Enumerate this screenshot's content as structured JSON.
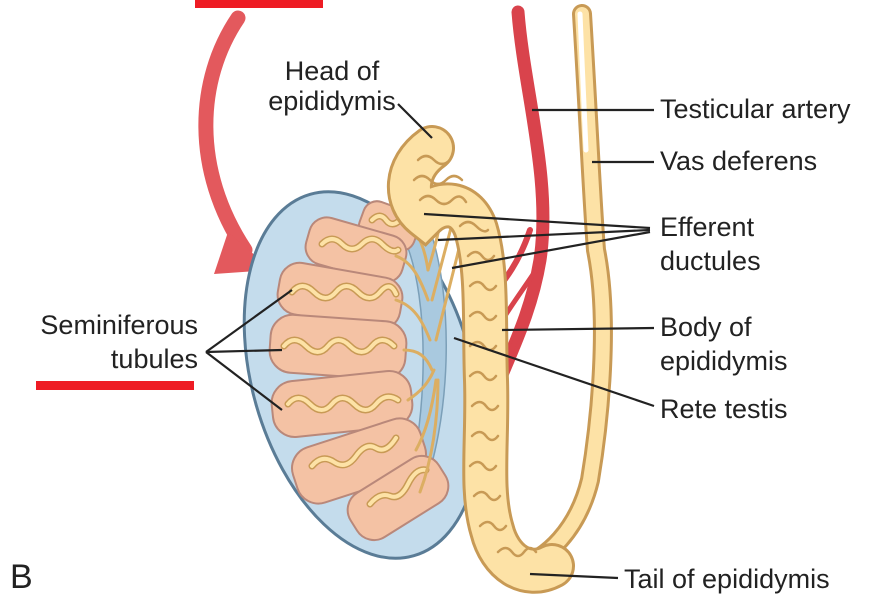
{
  "figure": {
    "panel_letter": "B",
    "labels": {
      "head_line1": "Head of",
      "head_line2": "epididymis",
      "testicular_artery": "Testicular artery",
      "vas_deferens": "Vas deferens",
      "efferent_line1": "Efferent",
      "efferent_line2": "ductules",
      "seminiferous_line1": "Seminiferous",
      "seminiferous_line2": "tubules",
      "body_line1": "Body of",
      "body_line2": "epididymis",
      "rete_testis": "Rete testis",
      "tail": "Tail of epididymis"
    },
    "colors": {
      "capsule": "#c4dcec",
      "capsule_stroke": "#5a7c96",
      "lobule": "#f4c2a4",
      "tubule": "#fde2a6",
      "tubule_stroke": "#c89a55",
      "artery": "#d9434c",
      "arrow": "#e3595d",
      "highlight": "#ee1c24"
    }
  }
}
